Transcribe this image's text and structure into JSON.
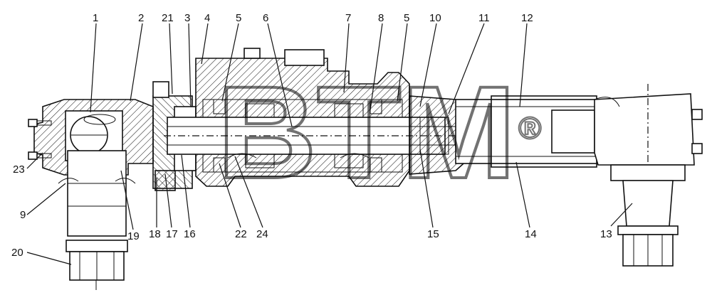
{
  "watermark": {
    "text": "BTM",
    "mark": "®"
  },
  "labels": {
    "l1": "1",
    "l2": "2",
    "l21": "21",
    "l3": "3",
    "l4": "4",
    "l5a": "5",
    "l6": "6",
    "l7": "7",
    "l8": "8",
    "l5b": "5",
    "l10": "10",
    "l11": "11",
    "l12": "12",
    "l23": "23",
    "l9": "9",
    "l20": "20",
    "l19": "19",
    "l18": "18",
    "l17": "17",
    "l16": "16",
    "l22": "22",
    "l24": "24",
    "l15": "15",
    "l14": "14",
    "l13": "13"
  },
  "colors": {
    "line": "#111111",
    "hatch": "#111111",
    "background": "#ffffff",
    "watermark": "#000000"
  }
}
